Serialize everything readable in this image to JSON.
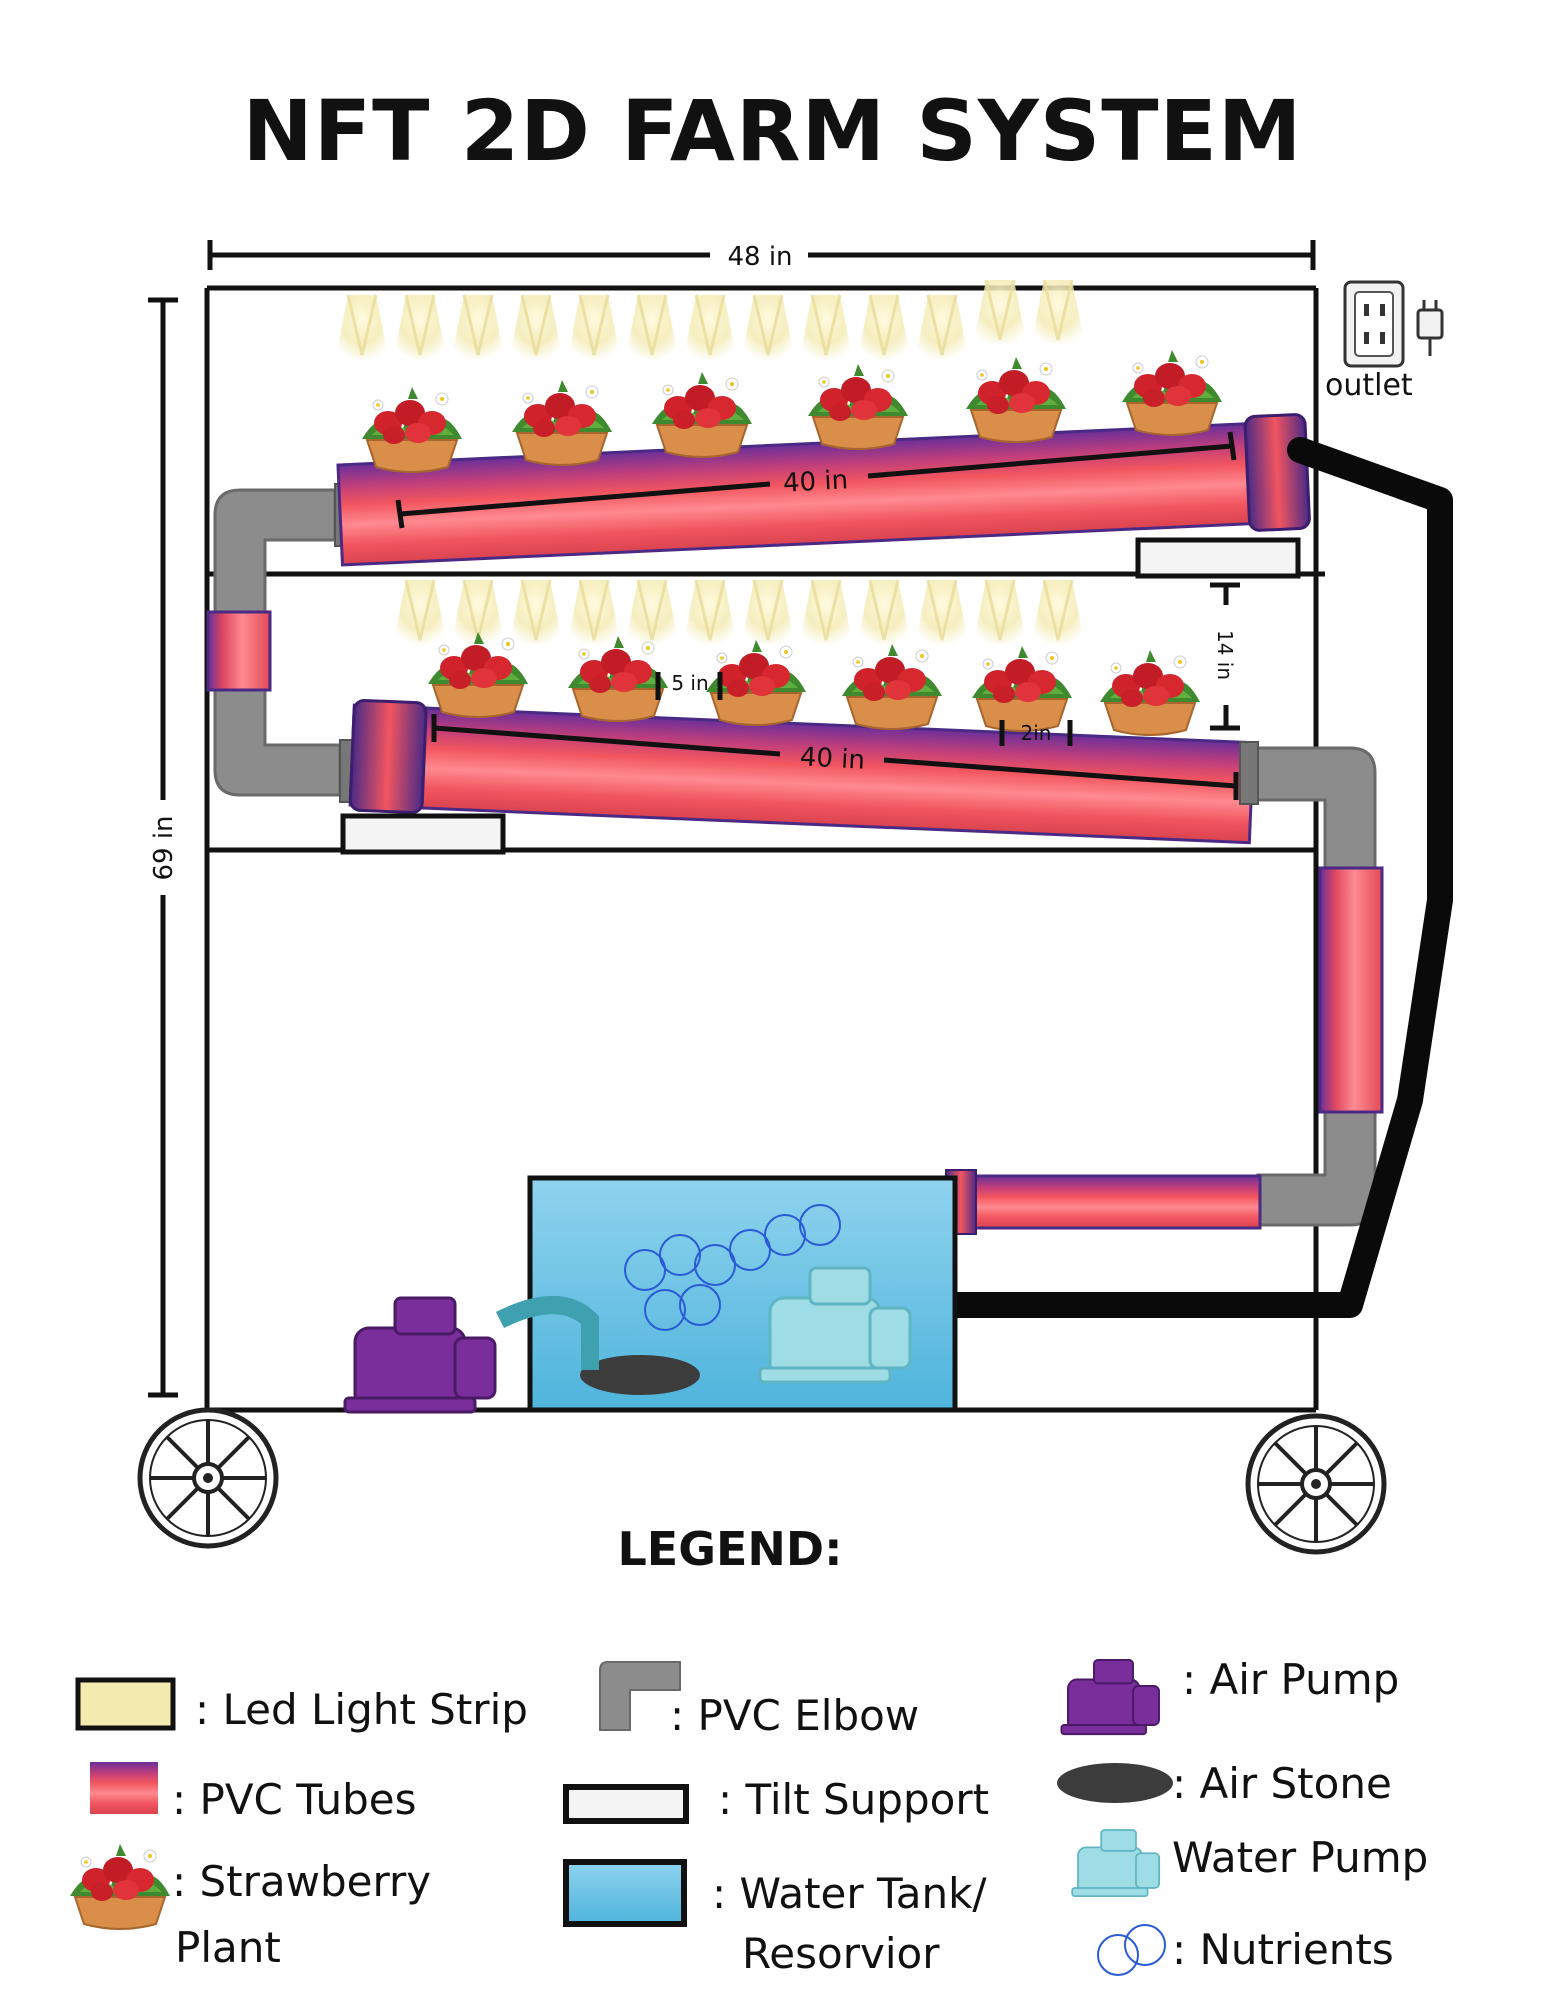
{
  "title": "NFT 2D FARM SYSTEM",
  "dimensions": {
    "frame_width": "48 in",
    "frame_height": "69 in",
    "upper_tube_length": "40 in",
    "lower_tube_length": "40 in",
    "shelf_gap": "14 in",
    "plant_spacing": "5 in",
    "hole_size": "2in"
  },
  "outlet_label": "outlet",
  "legend": {
    "title": "LEGEND:",
    "items": {
      "led": ": Led Light Strip",
      "elbow": ": PVC Elbow",
      "air_pump": ": Air Pump",
      "tubes": ": PVC Tubes",
      "tilt": ": Tilt Support",
      "air_stone": ": Air  Stone",
      "water_pump": "Water Pump",
      "strawberry_line1": ": Strawberry",
      "strawberry_line2": "Plant",
      "tank_line1": ": Water Tank/",
      "tank_line2": "Resorvior",
      "nutrients": ": Nutrients"
    }
  },
  "colors": {
    "pvc_red": "#f2555f",
    "pvc_purple": "#6b2f9a",
    "pvc_gray": "#8c8c8c",
    "tank_blue": "#7fcbe6",
    "air_pump_purple": "#7a2e9c",
    "water_pump_teal": "#9fdde6",
    "hose_black": "#0a0a0a",
    "led_yellow": "#f3eab0",
    "pot_orange": "#d98f4a",
    "berry_red": "#d0222a"
  }
}
